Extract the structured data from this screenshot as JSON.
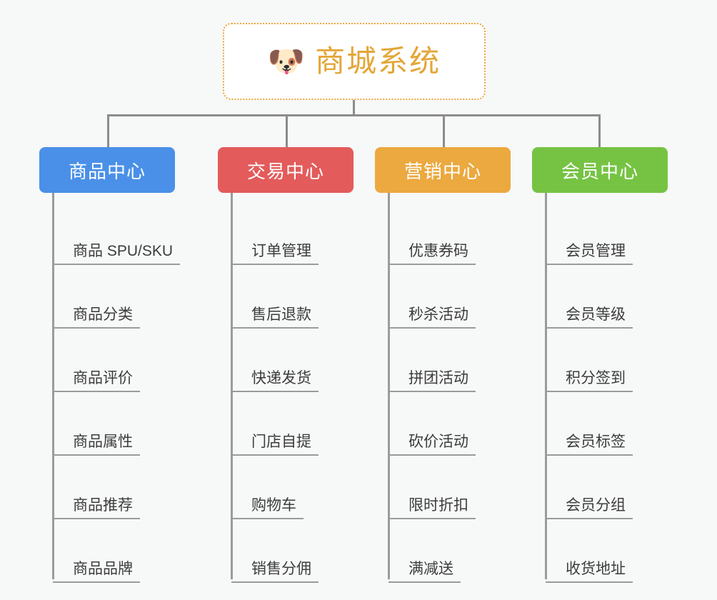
{
  "diagram": {
    "type": "mind-map",
    "background_color": "#f7f8f8",
    "root": {
      "icon": "shiba-dog-face-icon",
      "emoji": "🐶",
      "title": "商城系统",
      "title_color": "#e3a637",
      "border_color": "#eaa83c",
      "border_style": "dotted"
    },
    "connector_color": "#8c8c8c",
    "branches": [
      {
        "label": "商品中心",
        "color": "#4a90e8",
        "slug": "product-center",
        "items": [
          "商品 SPU/SKU",
          "商品分类",
          "商品评价",
          "商品属性",
          "商品推荐",
          "商品品牌"
        ]
      },
      {
        "label": "交易中心",
        "color": "#e35b5b",
        "slug": "trade-center",
        "items": [
          "订单管理",
          "售后退款",
          "快递发货",
          "门店自提",
          "购物车",
          "销售分佣"
        ]
      },
      {
        "label": "营销中心",
        "color": "#eba93f",
        "slug": "marketing-center",
        "items": [
          "优惠券码",
          "秒杀活动",
          "拼团活动",
          "砍价活动",
          "限时折扣",
          "满减送"
        ]
      },
      {
        "label": "会员中心",
        "color": "#76c344",
        "slug": "member-center",
        "items": [
          "会员管理",
          "会员等级",
          "积分签到",
          "会员标签",
          "会员分组",
          "收货地址"
        ]
      }
    ]
  }
}
